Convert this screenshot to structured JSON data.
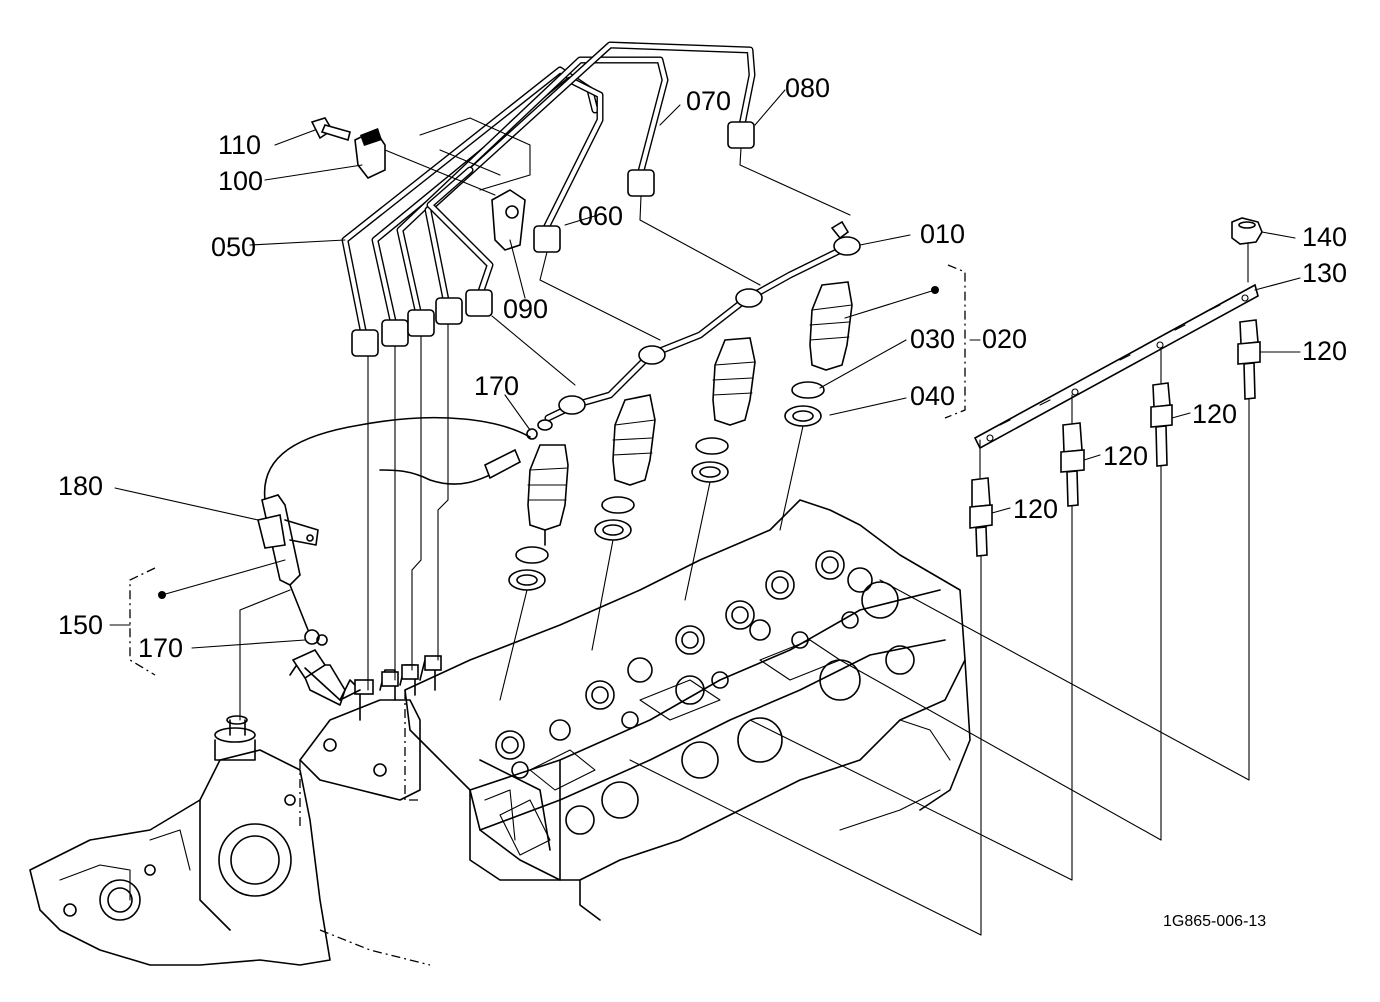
{
  "labels": {
    "p010": "010",
    "p020": "020",
    "p030": "030",
    "p040": "040",
    "p050": "050",
    "p060": "060",
    "p070": "070",
    "p080": "080",
    "p090": "090",
    "p100": "100",
    "p110": "110",
    "p120": "120",
    "p130": "130",
    "p140": "140",
    "p150": "150",
    "p170": "170",
    "p180": "180"
  },
  "drawing_code": "1G865-006-13"
}
